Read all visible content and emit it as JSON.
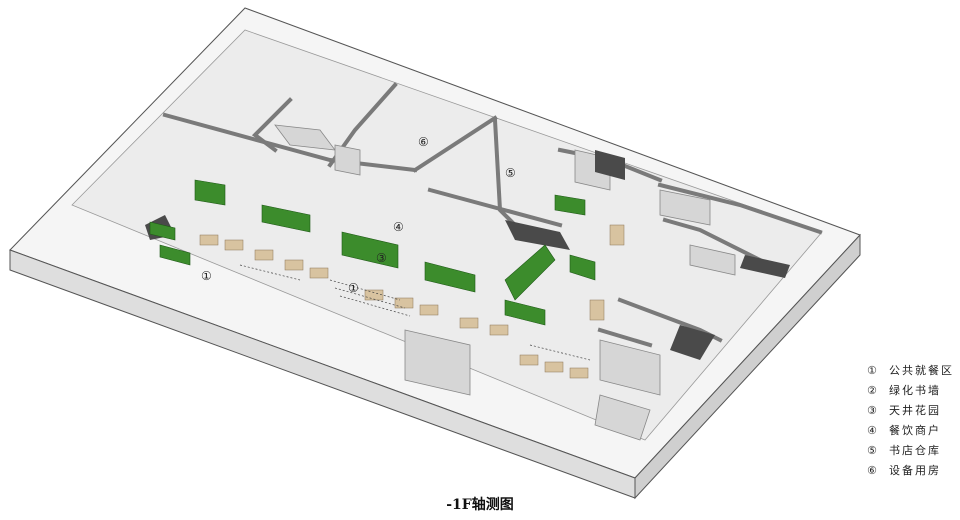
{
  "zones": [
    {
      "num": "①",
      "label": "公共就餐区"
    },
    {
      "num": "②",
      "label": "绿化书墙"
    },
    {
      "num": "③",
      "label": "天井花园"
    },
    {
      "num": "④",
      "label": "餐饮商户"
    },
    {
      "num": "⑤",
      "label": "书店仓库"
    },
    {
      "num": "⑥",
      "label": "设备用房"
    }
  ],
  "plan_markers": [
    "⑥",
    "⑤",
    "④",
    "③",
    "①",
    "①"
  ],
  "caption": "-1F轴测图",
  "colors": {
    "slab_top": "#f4f4f4",
    "slab_side": "#dcdcdc",
    "wall": "#8a8a8a",
    "wall_light": "#c8c8c8",
    "green_wall": "#3c8c2c",
    "furniture": "#d8c3a0",
    "dark_room": "#4a4a4a"
  }
}
